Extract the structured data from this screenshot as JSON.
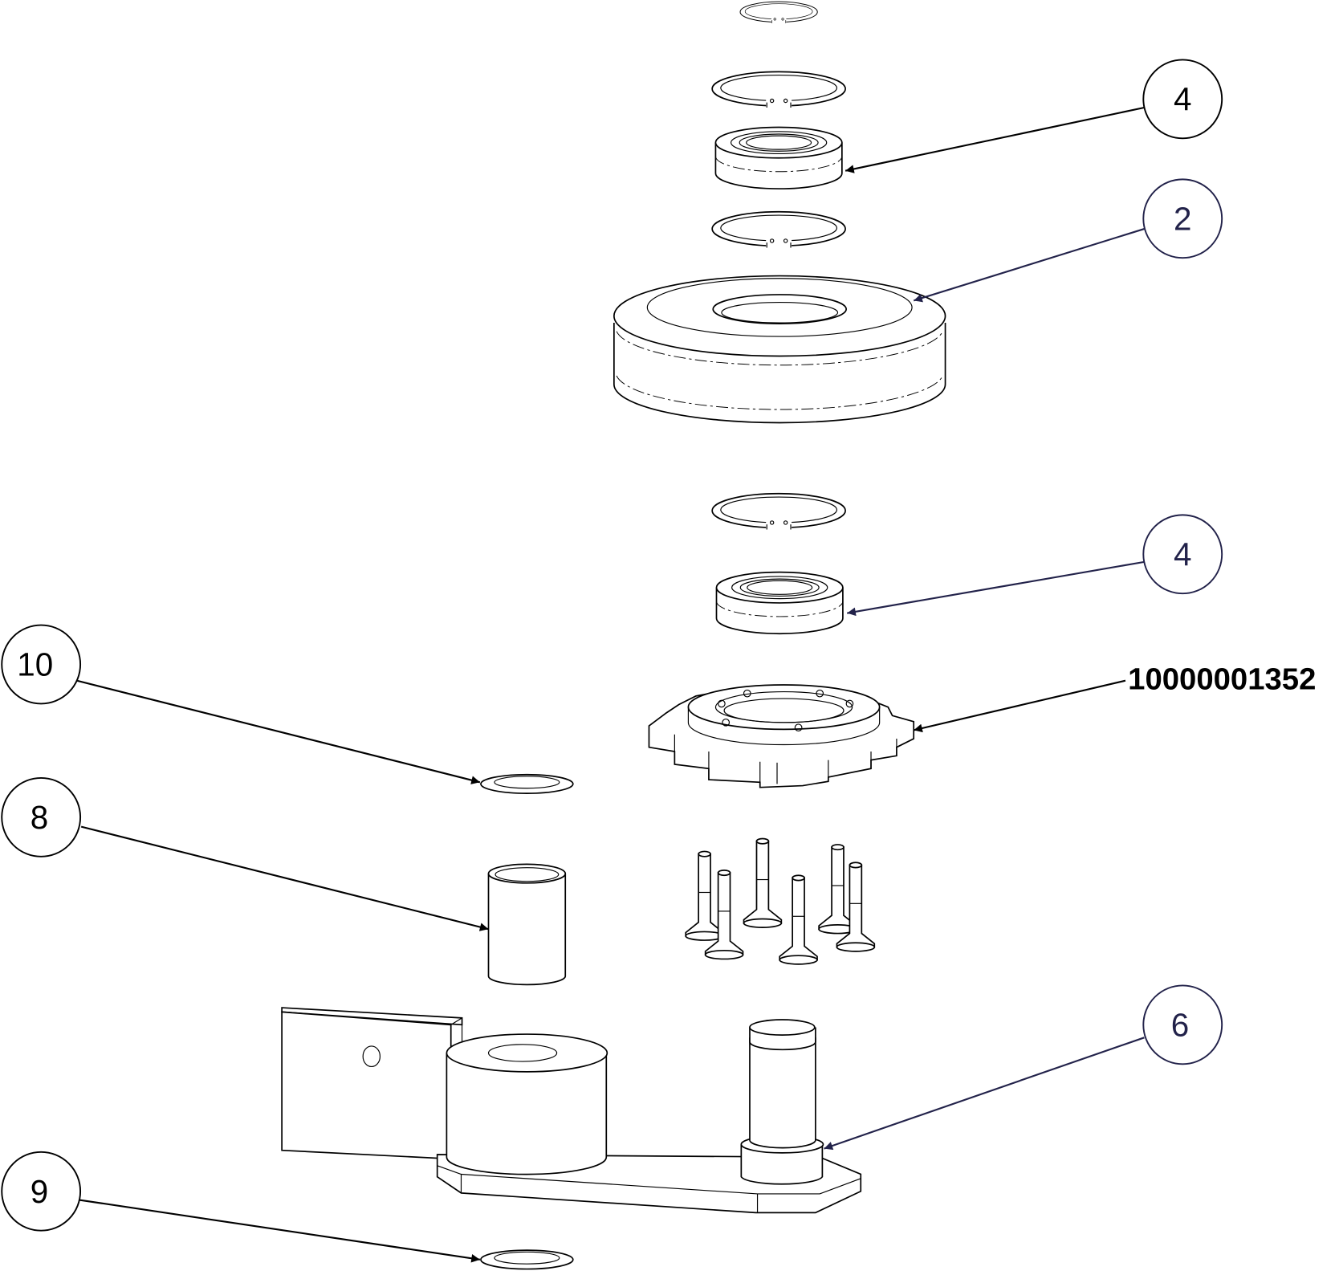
{
  "balloons": [
    {
      "label": "4"
    },
    {
      "label": "2"
    },
    {
      "label": "4"
    },
    {
      "label": "10"
    },
    {
      "label": "8"
    },
    {
      "label": "6"
    },
    {
      "label": "9"
    }
  ],
  "part_number_label": "10000001352",
  "colors": {
    "line": "#000000",
    "callout_accent": "#22224a"
  }
}
